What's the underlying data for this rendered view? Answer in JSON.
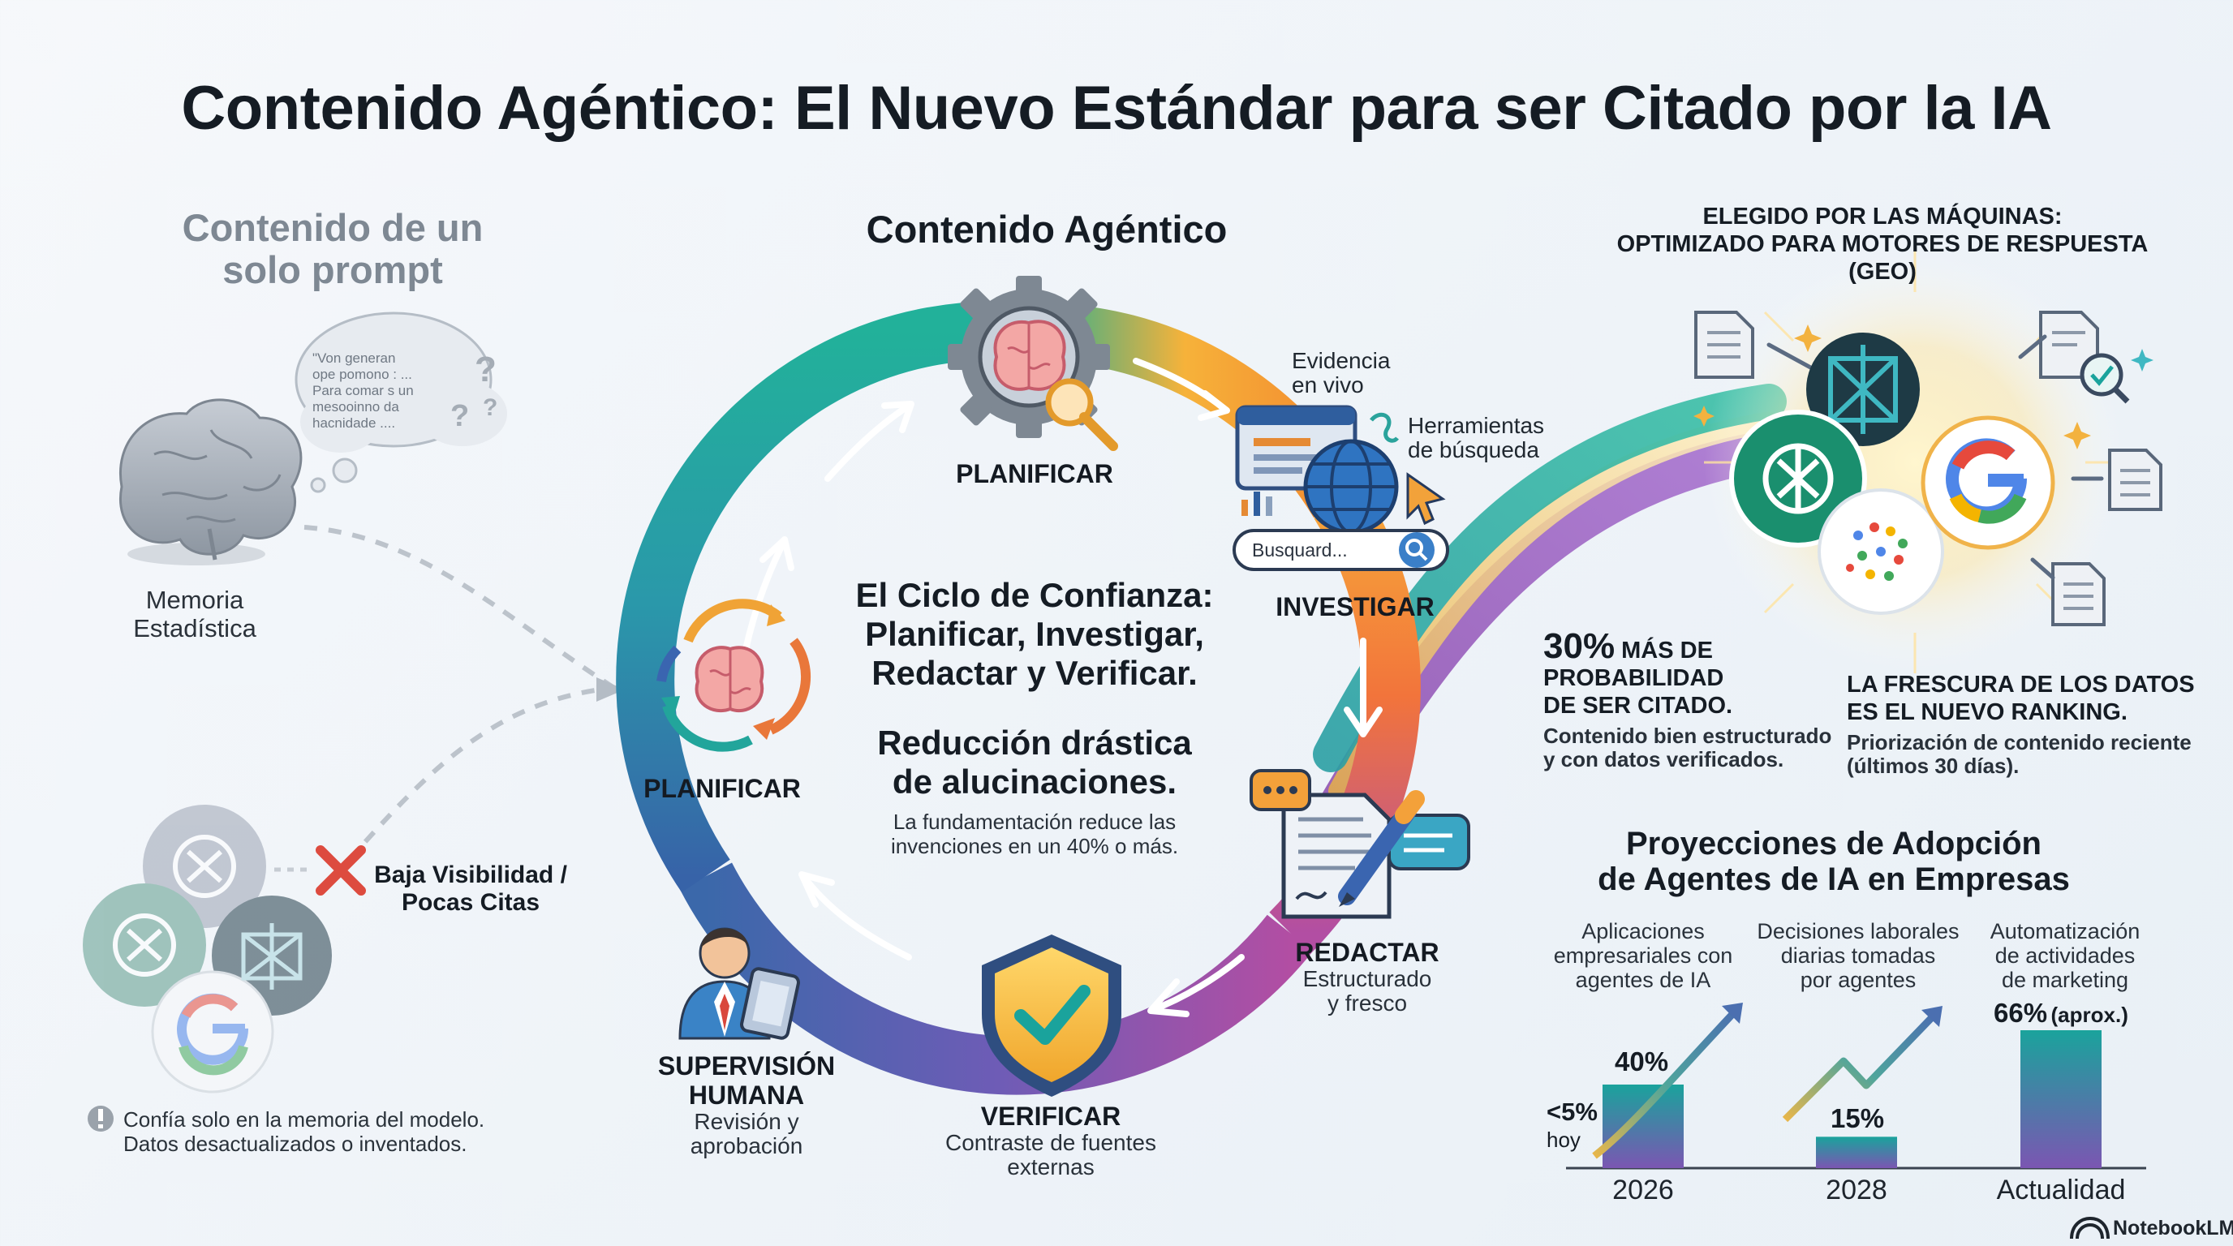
{
  "title": "Contenido Agéntico: El Nuevo Estándar para ser Citado por la IA",
  "left": {
    "title_line1": "Contenido de un",
    "title_line2": "solo prompt",
    "thought_bubble": [
      "\"Von generan",
      "ope pomono : ...",
      "Para comar s un",
      "mesooinno da",
      "hacnidade ...."
    ],
    "brain_label_line1": "Memoria",
    "brain_label_line2": "Estadística",
    "low_visibility_line1": "Baja Visibilidad /",
    "low_visibility_line2": "Pocas Citas",
    "warning_line1": "Confía solo en la memoria del modelo.",
    "warning_line2": "Datos desactualizados o inventados."
  },
  "cycle": {
    "title": "Contenido Agéntico",
    "plan_top": "PLANIFICAR",
    "plan_left": "PLANIFICAR",
    "research": "INVESTIGAR",
    "evidence_line1": "Evidencia",
    "evidence_line2": "en vivo",
    "tools_line1": "Herramientas",
    "tools_line2": "de búsqueda",
    "search_placeholder": "Busquard...",
    "draft": "REDACTAR",
    "draft_sub_line1": "Estructurado",
    "draft_sub_line2": "y fresco",
    "verify": "VERIFICAR",
    "verify_sub_line1": "Contraste de fuentes",
    "verify_sub_line2": "externas",
    "human_line1": "SUPERVISIÓN",
    "human_line2": "HUMANA",
    "human_sub_line1": "Revisión y",
    "human_sub_line2": "aprobación",
    "center_line1": "El Ciclo de Confianza:",
    "center_line2": "Planificar, Investigar,",
    "center_line3": "Redactar y Verificar.",
    "reduction_line1": "Reducción drástica",
    "reduction_line2": "de alucinaciones.",
    "reduction_sub_line1": "La fundamentación reduce las",
    "reduction_sub_line2": "invenciones en un 40% o más."
  },
  "geo": {
    "title_line1": "ELEGIDO POR LAS MÁQUINAS:",
    "title_line2": "OPTIMIZADO PARA MOTORES DE RESPUESTA",
    "title_line3": "(GEO)",
    "stat1_big": "30%",
    "stat1_line1": " MÁS DE",
    "stat1_line2": "PROBABILIDAD",
    "stat1_line3": "DE SER CITADO.",
    "stat1_sub_line1": "Contenido bien estructurado",
    "stat1_sub_line2": "y con datos verificados.",
    "stat2_line1": "LA FRESCURA DE LOS DATOS",
    "stat2_line2": "ES EL NUEVO RANKING.",
    "stat2_sub_line1": "Priorización de contenido reciente",
    "stat2_sub_line2": "(últimos 30 días)."
  },
  "chart_data": {
    "type": "bar",
    "title_line1": "Proyecciones de Adopción",
    "title_line2": "de Agentes de IA en Empresas",
    "groups": [
      {
        "desc": [
          "Aplicaciones",
          "empresariales con",
          "agentes de IA"
        ],
        "category": "2026",
        "value_label": "40%",
        "start_label": "<5%",
        "start_sub": "hoy",
        "value": 40,
        "start": 5
      },
      {
        "desc": [
          "Decisiones laborales",
          "diarias tomadas",
          "por agentes"
        ],
        "category": "2028",
        "value_label": "15%",
        "value": 15
      },
      {
        "desc": [
          "Automatización",
          "de actividades",
          "de marketing"
        ],
        "category": "Actualidad",
        "value_label": "66%",
        "value_note": "(aprox.)",
        "value": 66
      }
    ],
    "colors": {
      "bar_top": "#1aa39c",
      "bar_bottom": "#7b56b2"
    }
  },
  "footer": {
    "brand": "NotebookLM"
  },
  "colors": {
    "teal": "#20a89f",
    "orange": "#f39b2e",
    "purple": "#8b57ad",
    "blue": "#2f64a6",
    "navy": "#213a63",
    "red": "#dd4b3f"
  }
}
